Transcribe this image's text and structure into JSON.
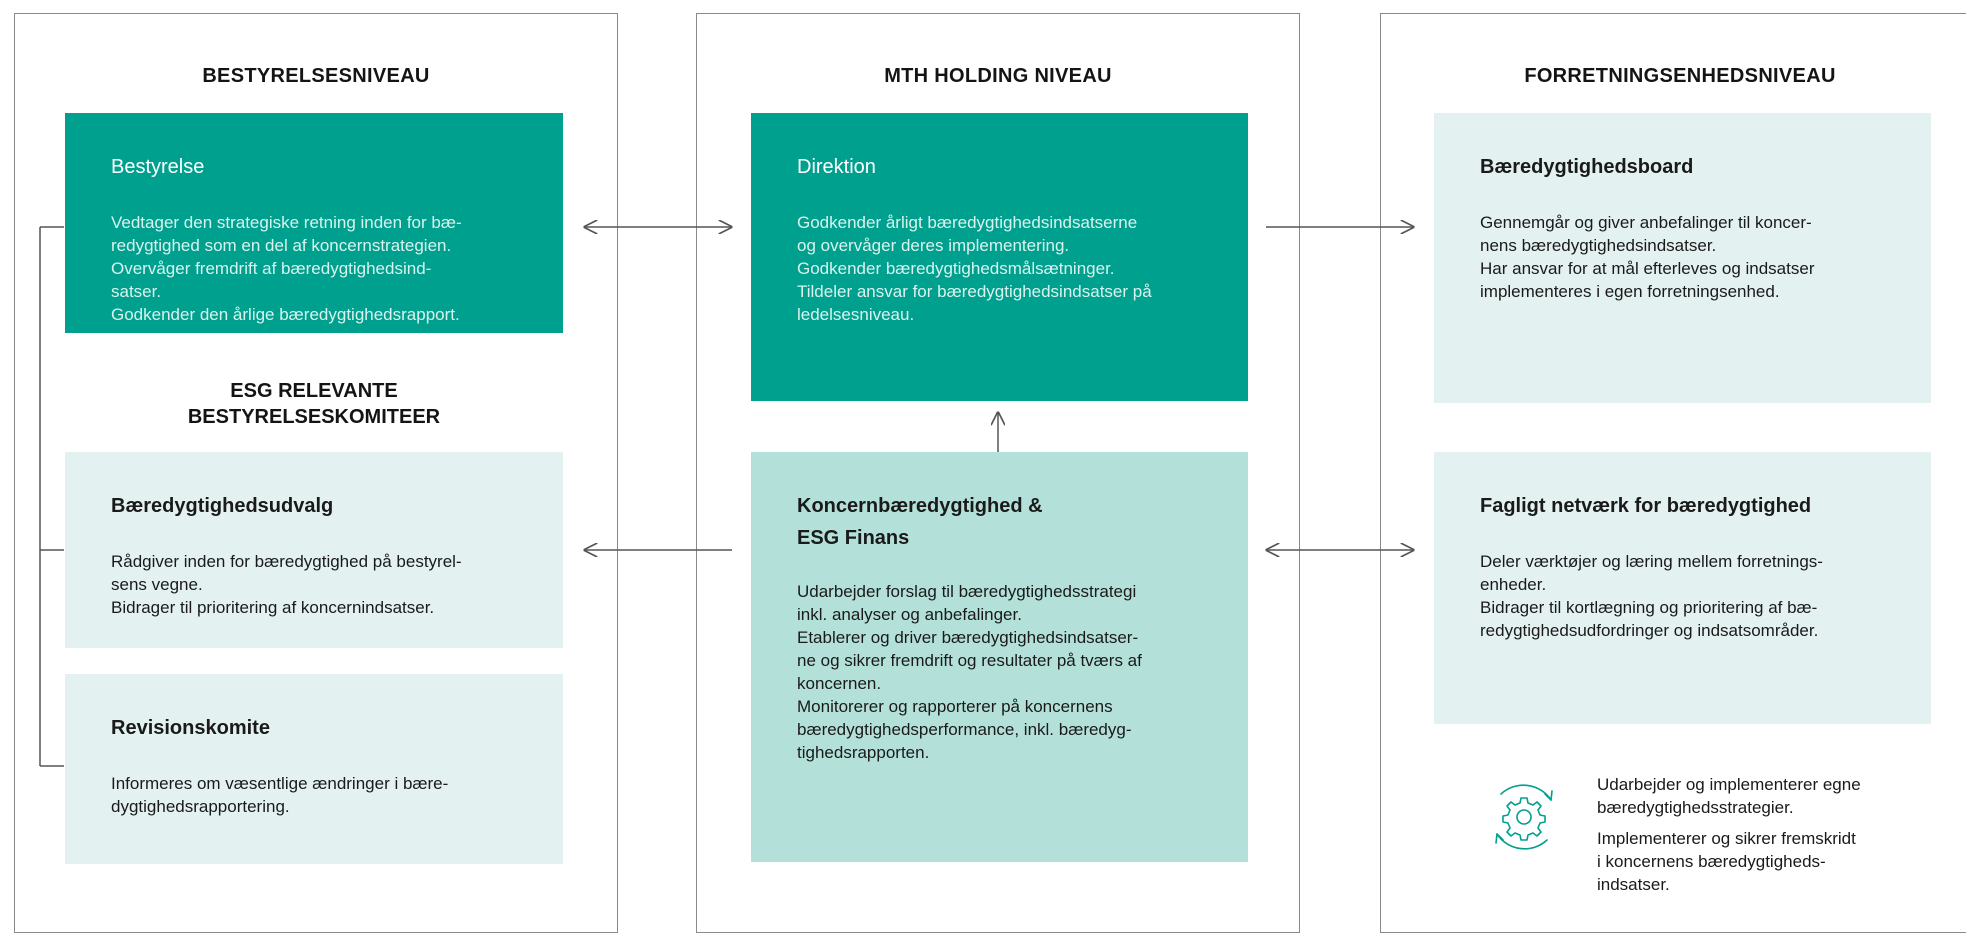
{
  "columns": [
    {
      "title": "BESTYRELSESNIVEAU"
    },
    {
      "title": "MTH HOLDING NIVEAU"
    },
    {
      "title": "FORRETNINGSENHEDSNIVEAU"
    }
  ],
  "board": {
    "title": "Bestyrelse",
    "lines": [
      "Vedtager den strategiske retning inden for bæ-",
      "redygtighed som en del af koncernstrategien.",
      "Overvåger fremdrift af bæredygtighedsind-",
      "satser.",
      "Godkender den årlige bæredygtighedsrapport."
    ]
  },
  "committees_heading": [
    "ESG RELEVANTE",
    "BESTYRELSESKOMITEER"
  ],
  "sustainability_committee": {
    "title": "Bæredygtighedsudvalg",
    "lines": [
      "Rådgiver inden for bæredygtighed på bestyrel-",
      "sens vegne.",
      "Bidrager til prioritering af koncernindsatser."
    ]
  },
  "audit_committee": {
    "title": "Revisionskomite",
    "lines": [
      "Informeres om væsentlige ændringer i bære-",
      "dygtighedsrapportering."
    ]
  },
  "management": {
    "title": "Direktion",
    "lines": [
      "Godkender årligt bæredygtighedsindsatserne",
      "og overvåger deres implementering.",
      "Godkender bæredygtighedsmålsætninger.",
      "Tildeler ansvar for bæredygtighedsindsatser på",
      "ledelsesniveau."
    ]
  },
  "group_sustainability": {
    "title_lines": [
      "Koncernbæredygtighed &",
      "ESG Finans"
    ],
    "lines": [
      "Udarbejder forslag til bæredygtighedsstrategi",
      "inkl. analyser og anbefalinger.",
      "Etablerer og driver bæredygtighedsindsatser-",
      "ne og sikrer fremdrift og resultater på tværs af",
      "koncernen.",
      "Monitorerer og rapporterer på koncernens",
      "bæredygtighedsperformance, inkl. bæredyg-",
      "tighedsrapporten."
    ]
  },
  "sustainability_board": {
    "title": "Bæredygtighedsboard",
    "lines": [
      "Gennemgår og giver anbefalinger til koncer-",
      "nens bæredygtighedsindsatser.",
      "Har ansvar for at mål efterleves og indsatser",
      "implementeres i egen forretningsenhed."
    ]
  },
  "network": {
    "title": "Fagligt netværk for bæredygtighed",
    "lines": [
      "Deler værktøjer og læring mellem forretnings-",
      "enheder.",
      "Bidrager til kortlægning og prioritering af bæ-",
      "redygtighedsudfordringer og indsatsområder."
    ]
  },
  "business_unit_note": {
    "icon": "gear-cycle-icon",
    "paragraphs": [
      [
        "Udarbejder og implementerer egne",
        "bæredygtighedsstrategier."
      ],
      [
        "Implementerer og sikrer fremskridt",
        "i koncernens bæredygtigheds-",
        "indsatser."
      ]
    ]
  },
  "colors": {
    "dark_teal": "#00a08e",
    "light_teal": "#e3f2f1",
    "mid_teal": "#b3e1da",
    "border": "#8a8a8a"
  }
}
